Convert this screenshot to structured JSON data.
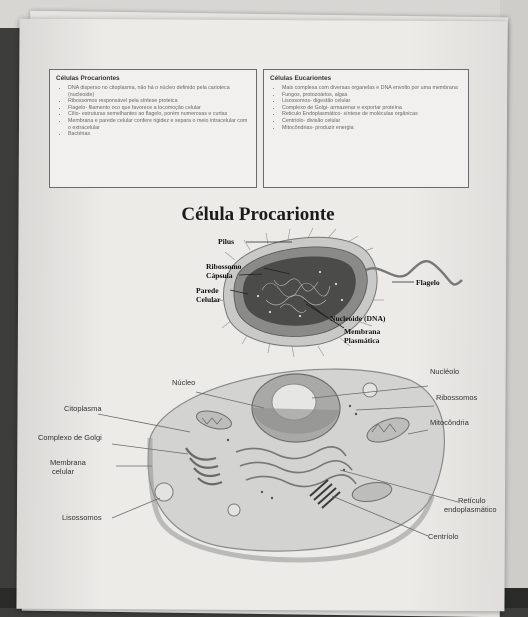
{
  "procariontes": {
    "heading": "Células Procariontes",
    "items": [
      "DNA disperso no citoplasma, não há o núcleo definido pela carioteca (nucleoide)",
      "Ribossomos responsável pela síntese proteica",
      "Flagelo- filamento oco que favorece a locomoção celular",
      "Cílio- estruturas semelhantes ao flagelo, porém numerosas e curtas",
      "Membrana e parede celular confere rigidez e separa o meio intracelular com o extracelular",
      "Bactérias"
    ]
  },
  "eucariontes": {
    "heading": "Células Eucariontes",
    "items": [
      "Mais complexa com diversas organelas e DNA envolto por uma membrana",
      "Fungos, protozoários, algas",
      "Lisossomos- digestão celular",
      "Complexo de Golgi- armazenar e exportar proteína",
      "Reticulo Endoplasmático- síntese de moléculas orgânicas",
      "Centríolo- divisão celular",
      "Mitocôndrias- produzir energia"
    ]
  },
  "title": "Célula Procarionte",
  "prokaryote_labels": {
    "pilus": "Pilus",
    "ribossomo": "Ribossomo",
    "capsula": "Cápsula",
    "parede": "Parede",
    "celular": "Celular",
    "flagelo": "Flagelo",
    "nucleoide": "Nucleoide (DNA)",
    "membrana": "Membrana",
    "plasmatica": "Plasmática"
  },
  "eukaryote_labels": {
    "nucleo": "Núcleo",
    "nucleolo": "Nucléolo",
    "ribossomos": "Ribossomos",
    "citoplasma": "Citoplasma",
    "mitocondria": "Mitocôndria",
    "golgi": "Complexo de Golgi",
    "membrana": "Membrana",
    "celular": "celular",
    "reticulo": "Retículo",
    "endoplasmatico": "endoplasmático",
    "lisossomos": "Lisossomos",
    "centriolo": "Centríolo"
  }
}
